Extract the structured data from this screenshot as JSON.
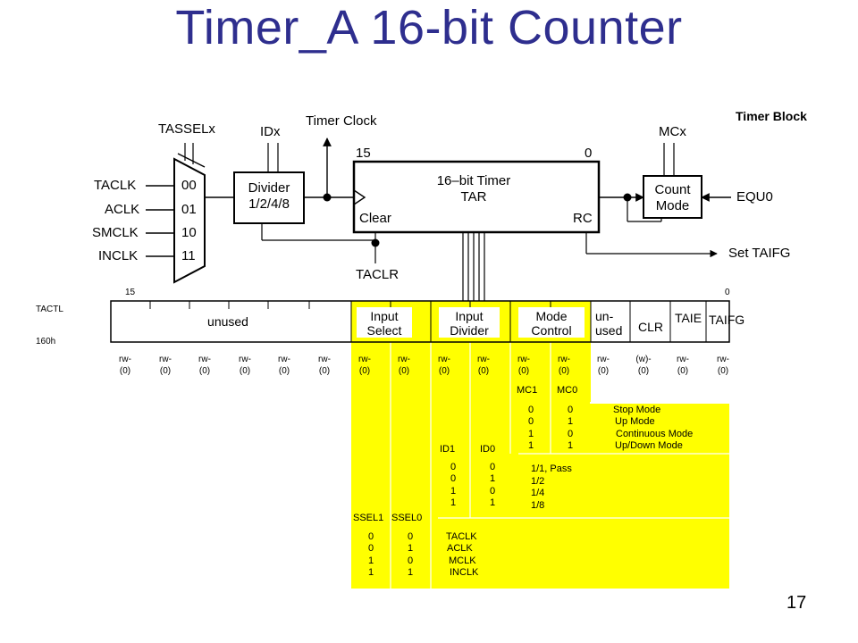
{
  "title": "Timer_A 16-bit Counter",
  "page_number": "17",
  "block_diagram": {
    "timer_block_label": "Timer Block",
    "tasselx": "TASSELx",
    "idx": "IDx",
    "timer_clock": "Timer Clock",
    "mcx": "MCx",
    "mux_inputs": [
      "TACLK",
      "ACLK",
      "SMCLK",
      "INCLK"
    ],
    "mux_codes": [
      "00",
      "01",
      "10",
      "11"
    ],
    "divider_line1": "Divider",
    "divider_line2": "1/2/4/8",
    "timer_bit_high": "15",
    "timer_bit_low": "0",
    "timer_line1": "16–bit Timer",
    "timer_line2": "TAR",
    "clear_label": "Clear",
    "rc_label": "RC",
    "count_line1": "Count",
    "count_line2": "Mode",
    "equ0": "EQU0",
    "set_taifg": "Set TAIFG",
    "taclr": "TACLR"
  },
  "register": {
    "name": "TACTL",
    "address": "160h",
    "bit_high": "15",
    "bit_low": "0",
    "unused": "unused",
    "input_select": [
      "Input",
      "Select"
    ],
    "input_divider": [
      "Input",
      "Divider"
    ],
    "mode_control": [
      "Mode",
      "Control"
    ],
    "un_used": [
      "un-",
      "used"
    ],
    "clr": "CLR",
    "taie": "TAIE",
    "taifg": "TAIFG",
    "access": [
      "rw-",
      "rw-",
      "rw-",
      "rw-",
      "rw-",
      "rw-",
      "rw-",
      "rw-",
      "rw-",
      "rw-",
      "rw-",
      "rw-",
      "rw-",
      "(w)-",
      "rw-",
      "rw-"
    ],
    "reset": [
      "(0)",
      "(0)",
      "(0)",
      "(0)",
      "(0)",
      "(0)",
      "(0)",
      "(0)",
      "(0)",
      "(0)",
      "(0)",
      "(0)",
      "(0)",
      "(0)",
      "(0)",
      "(0)"
    ]
  },
  "mode_table": {
    "headers": [
      "MC1",
      "MC0"
    ],
    "mc1": [
      "0",
      "0",
      "1",
      "1"
    ],
    "mc0": [
      "0",
      "1",
      "0",
      "1"
    ],
    "modes": [
      "Stop Mode",
      "Up Mode",
      "Continuous Mode",
      "Up/Down Mode"
    ]
  },
  "divider_table": {
    "headers": [
      "ID1",
      "ID0"
    ],
    "id1": [
      "0",
      "0",
      "1",
      "1"
    ],
    "id0": [
      "0",
      "1",
      "0",
      "1"
    ],
    "ratios": [
      "1/1, Pass",
      "1/2",
      "1/4",
      "1/8"
    ]
  },
  "select_table": {
    "headers": [
      "SSEL1",
      "SSEL0"
    ],
    "ssel1": [
      "0",
      "0",
      "1",
      "1"
    ],
    "ssel0": [
      "0",
      "1",
      "0",
      "1"
    ],
    "sources": [
      "TACLK",
      "ACLK",
      "MCLK",
      "INCLK"
    ]
  },
  "colors": {
    "title": "#2e2e8e",
    "highlight": "#ffff00"
  }
}
